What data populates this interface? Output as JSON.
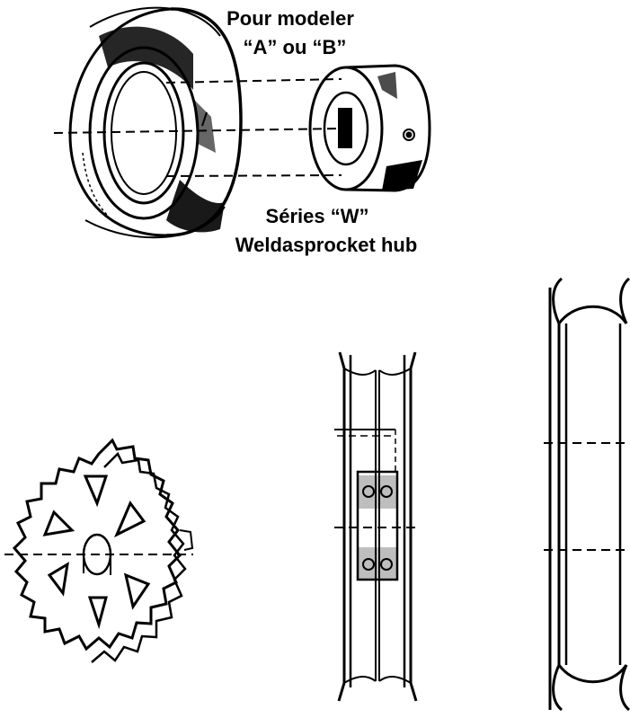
{
  "labels": {
    "top_line1": "Pour modeler",
    "top_line2": "“A” ou “B”",
    "bottom_line1": "Séries  “W”",
    "bottom_line2": "Weldasprocket hub"
  }
}
